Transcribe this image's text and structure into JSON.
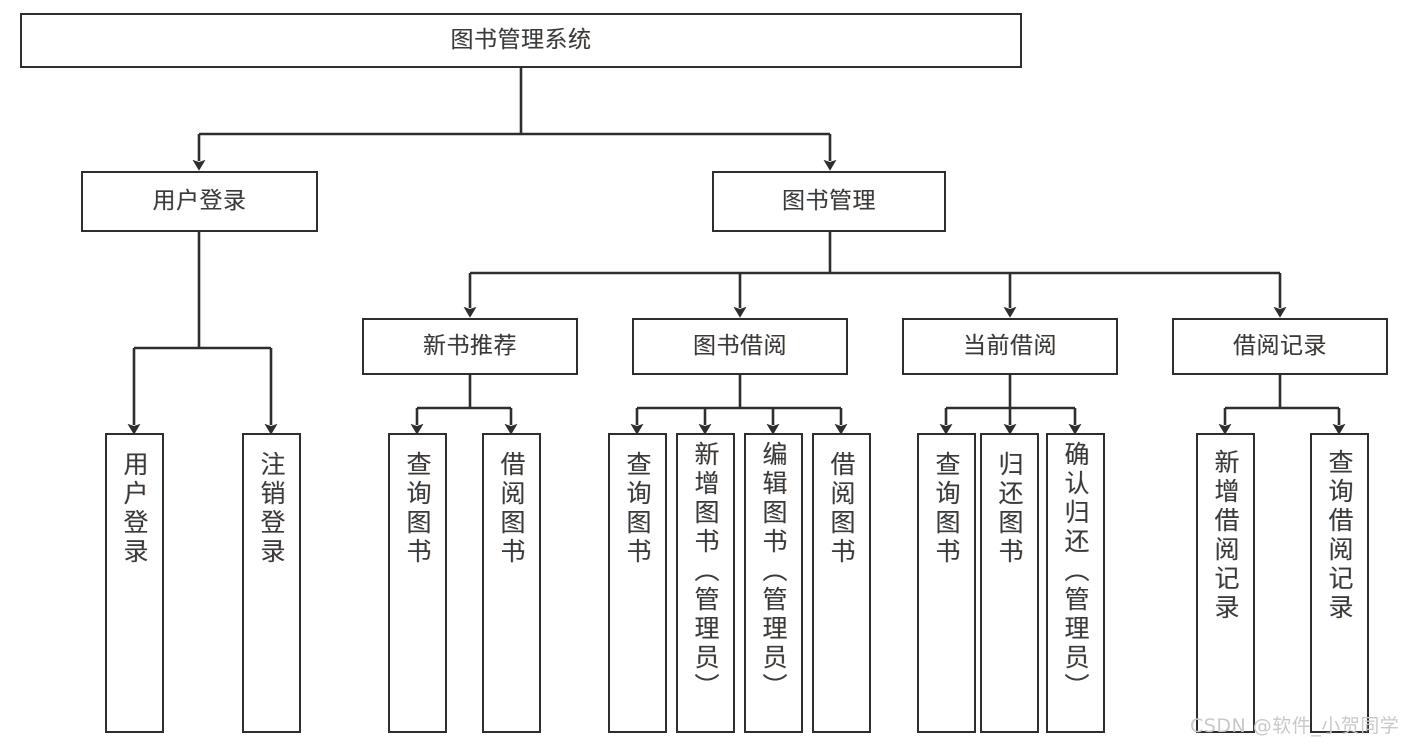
{
  "diagram": {
    "title": "图书管理系统",
    "type": "hierarchy-tree",
    "colors": {
      "box_border": "#2e2e2e",
      "box_fill": "#ffffff",
      "text": "#3a3a3a",
      "edge": "#2e2e2e",
      "watermark": "#c9c9c9",
      "background": "#ffffff"
    },
    "nodes": {
      "root": {
        "label": "图书管理系统"
      },
      "level2": [
        {
          "id": "user-login",
          "label": "用户登录"
        },
        {
          "id": "book-manage",
          "label": "图书管理"
        }
      ],
      "level3": [
        {
          "id": "new-book-recommend",
          "label": "新书推荐"
        },
        {
          "id": "book-borrow",
          "label": "图书借阅"
        },
        {
          "id": "current-borrow",
          "label": "当前借阅"
        },
        {
          "id": "borrow-record",
          "label": "借阅记录"
        }
      ],
      "leaves": {
        "user-login": [
          {
            "id": "leaf-user-login",
            "label": "用户登录"
          },
          {
            "id": "leaf-user-logout",
            "label": "注销登录"
          }
        ],
        "new-book-recommend": [
          {
            "id": "leaf-query-book-1",
            "label": "查询图书"
          },
          {
            "id": "leaf-borrow-book-1",
            "label": "借阅图书"
          }
        ],
        "book-borrow": [
          {
            "id": "leaf-query-book-2",
            "label": "查询图书"
          },
          {
            "id": "leaf-add-book",
            "label": "新增图书（管理员）"
          },
          {
            "id": "leaf-edit-book",
            "label": "编辑图书（管理员）"
          },
          {
            "id": "leaf-borrow-book-2",
            "label": "借阅图书"
          }
        ],
        "current-borrow": [
          {
            "id": "leaf-query-book-3",
            "label": "查询图书"
          },
          {
            "id": "leaf-return-book",
            "label": "归还图书"
          },
          {
            "id": "leaf-confirm-return",
            "label": "确认归还（管理员）"
          }
        ],
        "borrow-record": [
          {
            "id": "leaf-add-record",
            "label": "新增借阅记录"
          },
          {
            "id": "leaf-query-record",
            "label": "查询借阅记录"
          }
        ]
      }
    },
    "watermark": "CSDN @软件_小贺同学"
  }
}
